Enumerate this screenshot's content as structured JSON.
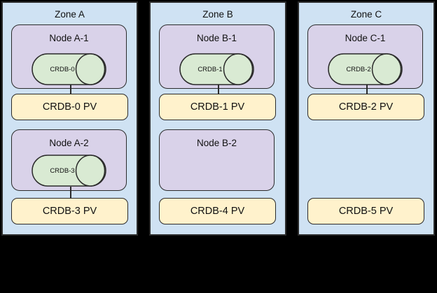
{
  "colors": {
    "background": "#000000",
    "zone_fill": "#cfe2f3",
    "node_fill": "#d9d2e9",
    "pod_fill": "#d9ead3",
    "pv_fill": "#fff2cc",
    "border": "#2b2b2b"
  },
  "zones": [
    {
      "label": "Zone A",
      "nodes": [
        {
          "label": "Node A-1",
          "pod": "CRDB-0",
          "pv": "CRDB-0 PV"
        },
        {
          "label": "Node A-2",
          "pod": "CRDB-3",
          "pv": "CRDB-3 PV"
        }
      ]
    },
    {
      "label": "Zone B",
      "nodes": [
        {
          "label": "Node B-1",
          "pod": "CRDB-1",
          "pv": "CRDB-1 PV"
        },
        {
          "label": "Node B-2",
          "pv": "CRDB-4 PV"
        }
      ]
    },
    {
      "label": "Zone C",
      "nodes": [
        {
          "label": "Node C-1",
          "pod": "CRDB-2",
          "pv": "CRDB-2 PV"
        },
        {
          "pv": "CRDB-5 PV"
        }
      ]
    }
  ]
}
